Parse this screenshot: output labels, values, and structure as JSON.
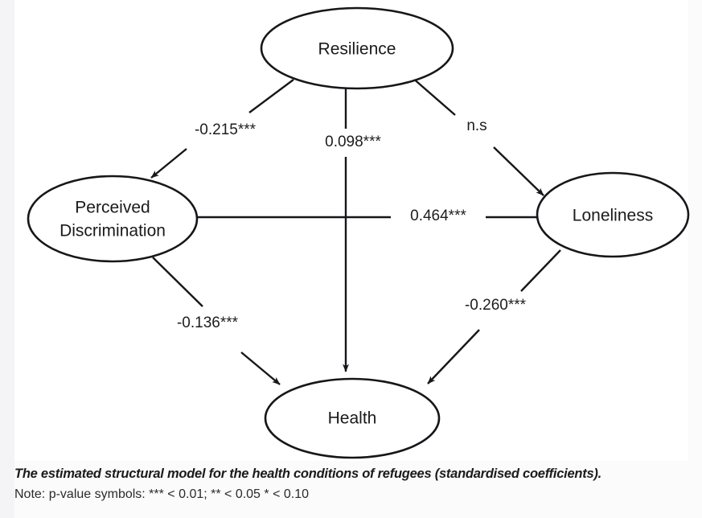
{
  "figure": {
    "nodes": [
      {
        "id": "resilience",
        "label": "Resilience",
        "label_line2": ""
      },
      {
        "id": "discrimination",
        "label": "Perceived",
        "label_line2": "Discrimination"
      },
      {
        "id": "loneliness",
        "label": "Loneliness",
        "label_line2": ""
      },
      {
        "id": "health",
        "label": "Health",
        "label_line2": ""
      }
    ],
    "edges": [
      {
        "id": "resilience-to-discrimination",
        "from": "Resilience",
        "to": "Perceived Discrimination",
        "label": "-0.215***",
        "significance": "***"
      },
      {
        "id": "resilience-to-health",
        "from": "Resilience",
        "to": "Health",
        "label": "0.098***",
        "significance": "***"
      },
      {
        "id": "resilience-to-loneliness",
        "from": "Resilience",
        "to": "Loneliness",
        "label": "n.s",
        "significance": "n.s"
      },
      {
        "id": "discrimination-to-loneliness",
        "from": "Perceived Discrimination",
        "to": "Loneliness",
        "label": "0.464***",
        "significance": "***"
      },
      {
        "id": "discrimination-to-health",
        "from": "Perceived Discrimination",
        "to": "Health",
        "label": "-0.136***",
        "significance": "***"
      },
      {
        "id": "loneliness-to-health",
        "from": "Loneliness",
        "to": "Health",
        "label": "-0.260***",
        "significance": "***"
      }
    ],
    "colors": {
      "stroke": "#15171a",
      "node_fill": "#ffffff",
      "text": "#1a1a1a",
      "canvas": "#ffffff",
      "page": "#fbfbfc"
    }
  },
  "caption": {
    "title": "The estimated structural model for the health conditions of refugees (standardised coefficients).",
    "note": "Note: p-value symbols: *** < 0.01; ** < 0.05 * < 0.10"
  }
}
